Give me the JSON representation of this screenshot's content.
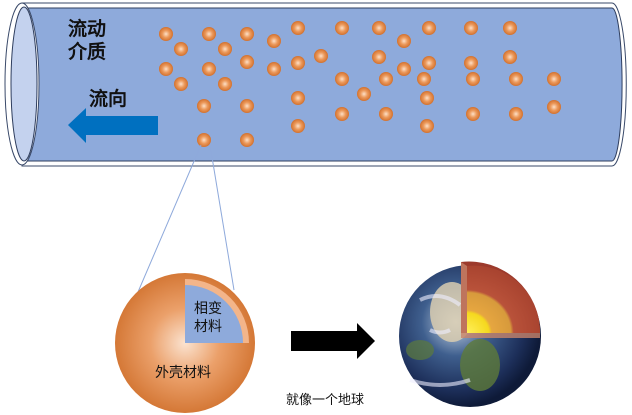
{
  "pipe": {
    "medium_label_line1": "流动",
    "medium_label_line2": "介质",
    "flow_label": "流向"
  },
  "capsule": {
    "core_label_line1": "相变",
    "core_label_line2": "材料",
    "shell_label": "外壳材料"
  },
  "comparison_caption": "就像一个地球",
  "colors": {
    "pipe_fill": "#8eaadb",
    "particle": "#e58a4a",
    "arrow_blue": "#0070c0",
    "core_blue": "#8eaadb"
  }
}
